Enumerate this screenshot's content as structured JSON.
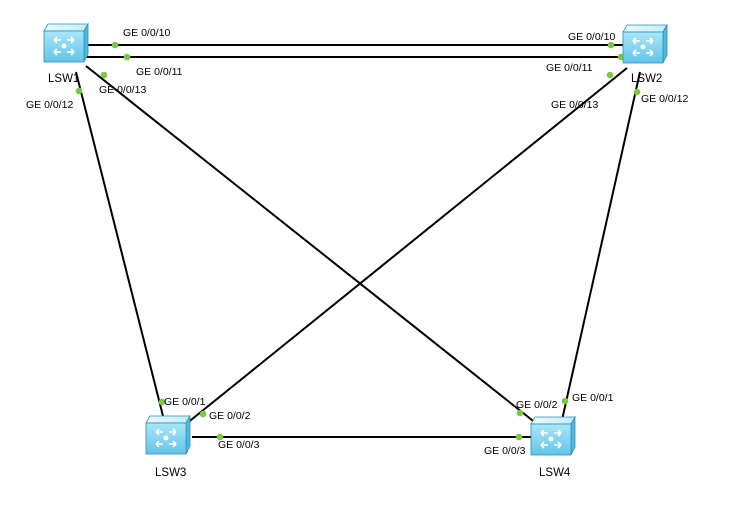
{
  "colors": {
    "link": "#000000",
    "port_dot": "#7ac943",
    "switch_top": "#d9f4fc",
    "switch_front": "#7fd3ee",
    "switch_side": "#4fb8de",
    "switch_edge": "#2e8fb8"
  },
  "devices": [
    {
      "id": "lsw1",
      "name": "LSW1",
      "icon": "l3-switch-icon"
    },
    {
      "id": "lsw2",
      "name": "LSW2",
      "icon": "l3-switch-icon"
    },
    {
      "id": "lsw3",
      "name": "LSW3",
      "icon": "l3-switch-icon"
    },
    {
      "id": "lsw4",
      "name": "LSW4",
      "icon": "l3-switch-icon"
    }
  ],
  "links": [
    {
      "a": "lsw1",
      "a_port": "GE 0/0/10",
      "b": "lsw2",
      "b_port": "GE 0/0/10"
    },
    {
      "a": "lsw1",
      "a_port": "GE 0/0/11",
      "b": "lsw2",
      "b_port": "GE 0/0/11"
    },
    {
      "a": "lsw1",
      "a_port": "GE 0/0/12",
      "b": "lsw3",
      "b_port": "GE 0/0/1"
    },
    {
      "a": "lsw1",
      "a_port": "GE 0/0/13",
      "b": "lsw4",
      "b_port": "GE 0/0/2"
    },
    {
      "a": "lsw2",
      "a_port": "GE 0/0/13",
      "b": "lsw3",
      "b_port": "GE 0/0/2"
    },
    {
      "a": "lsw2",
      "a_port": "GE 0/0/12",
      "b": "lsw4",
      "b_port": "GE 0/0/1"
    },
    {
      "a": "lsw3",
      "a_port": "GE 0/0/3",
      "b": "lsw4",
      "b_port": "GE 0/0/3"
    }
  ]
}
